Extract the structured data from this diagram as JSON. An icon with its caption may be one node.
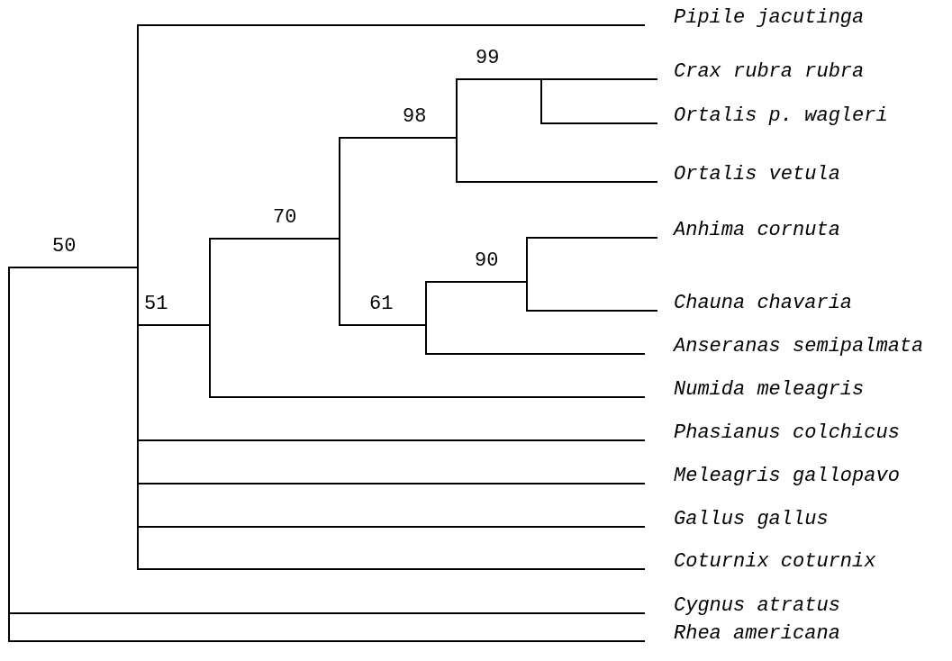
{
  "diagram": {
    "nodes": [
      {
        "text": [],
        "shape": "bar"
      },
      {
        "text": [],
        "shape": "bar"
      },
      {
        "text": [
          "Pipile jacutinga"
        ]
      },
      {
        "text": [],
        "shape": "bar"
      },
      {
        "text": [],
        "shape": "bar"
      },
      {
        "text": [],
        "shape": "bar"
      },
      {
        "text": [],
        "shape": "bar"
      },
      {
        "text": [
          "Crax rubra rubra"
        ]
      },
      {
        "text": [
          "Ortalis p. wagleri"
        ]
      },
      {
        "text": [
          "Ortalis vetula"
        ]
      },
      {
        "text": [],
        "shape": "bar"
      },
      {
        "text": [],
        "shape": "bar"
      },
      {
        "text": [
          "Anhima cornuta"
        ]
      },
      {
        "text": [
          "Chauna chavaria"
        ]
      },
      {
        "text": [
          "Anseranas semipalmata"
        ]
      },
      {
        "text": [
          "Numida meleagris"
        ]
      },
      {
        "text": [
          "Phasianus colchicus"
        ]
      },
      {
        "text": [
          "Meleagris gallopavo"
        ]
      },
      {
        "text": [
          "Gallus gallus"
        ]
      },
      {
        "text": [
          "Coturnix coturnix"
        ]
      },
      {
        "text": [
          "Cygnus atratus"
        ]
      },
      {
        "text": [
          "Rhea americana"
        ]
      }
    ],
    "edges": [
      {
        "from": 0,
        "to": 1,
        "arrow": "none"
      },
      {
        "from": 0,
        "to": 20,
        "arrow": "none"
      },
      {
        "from": 0,
        "to": 21,
        "arrow": "none"
      },
      {
        "from": 1,
        "to": 2,
        "arrow": "none"
      },
      {
        "from": 1,
        "to": 3,
        "arrow": "none"
      },
      {
        "from": 1,
        "to": 16,
        "arrow": "none"
      },
      {
        "from": 1,
        "to": 17,
        "arrow": "none"
      },
      {
        "from": 1,
        "to": 18,
        "arrow": "none"
      },
      {
        "from": 1,
        "to": 19,
        "arrow": "none"
      },
      {
        "from": 3,
        "to": 4,
        "arrow": "none"
      },
      {
        "from": 3,
        "to": 15,
        "arrow": "none"
      },
      {
        "from": 4,
        "to": 5,
        "arrow": "none"
      },
      {
        "from": 4,
        "to": 10,
        "arrow": "none"
      },
      {
        "from": 5,
        "to": 6,
        "arrow": "none"
      },
      {
        "from": 5,
        "to": 9,
        "arrow": "none"
      },
      {
        "from": 6,
        "to": 7,
        "arrow": "none"
      },
      {
        "from": 6,
        "to": 8,
        "arrow": "none"
      },
      {
        "from": 10,
        "to": 11,
        "arrow": "none"
      },
      {
        "from": 10,
        "to": 14,
        "arrow": "none"
      },
      {
        "from": 11,
        "to": 12,
        "arrow": "none"
      },
      {
        "from": 11,
        "to": 13,
        "arrow": "none"
      }
    ],
    "labels": [
      "99",
      "98",
      "70",
      "90",
      "50",
      "51",
      "61"
    ]
  }
}
